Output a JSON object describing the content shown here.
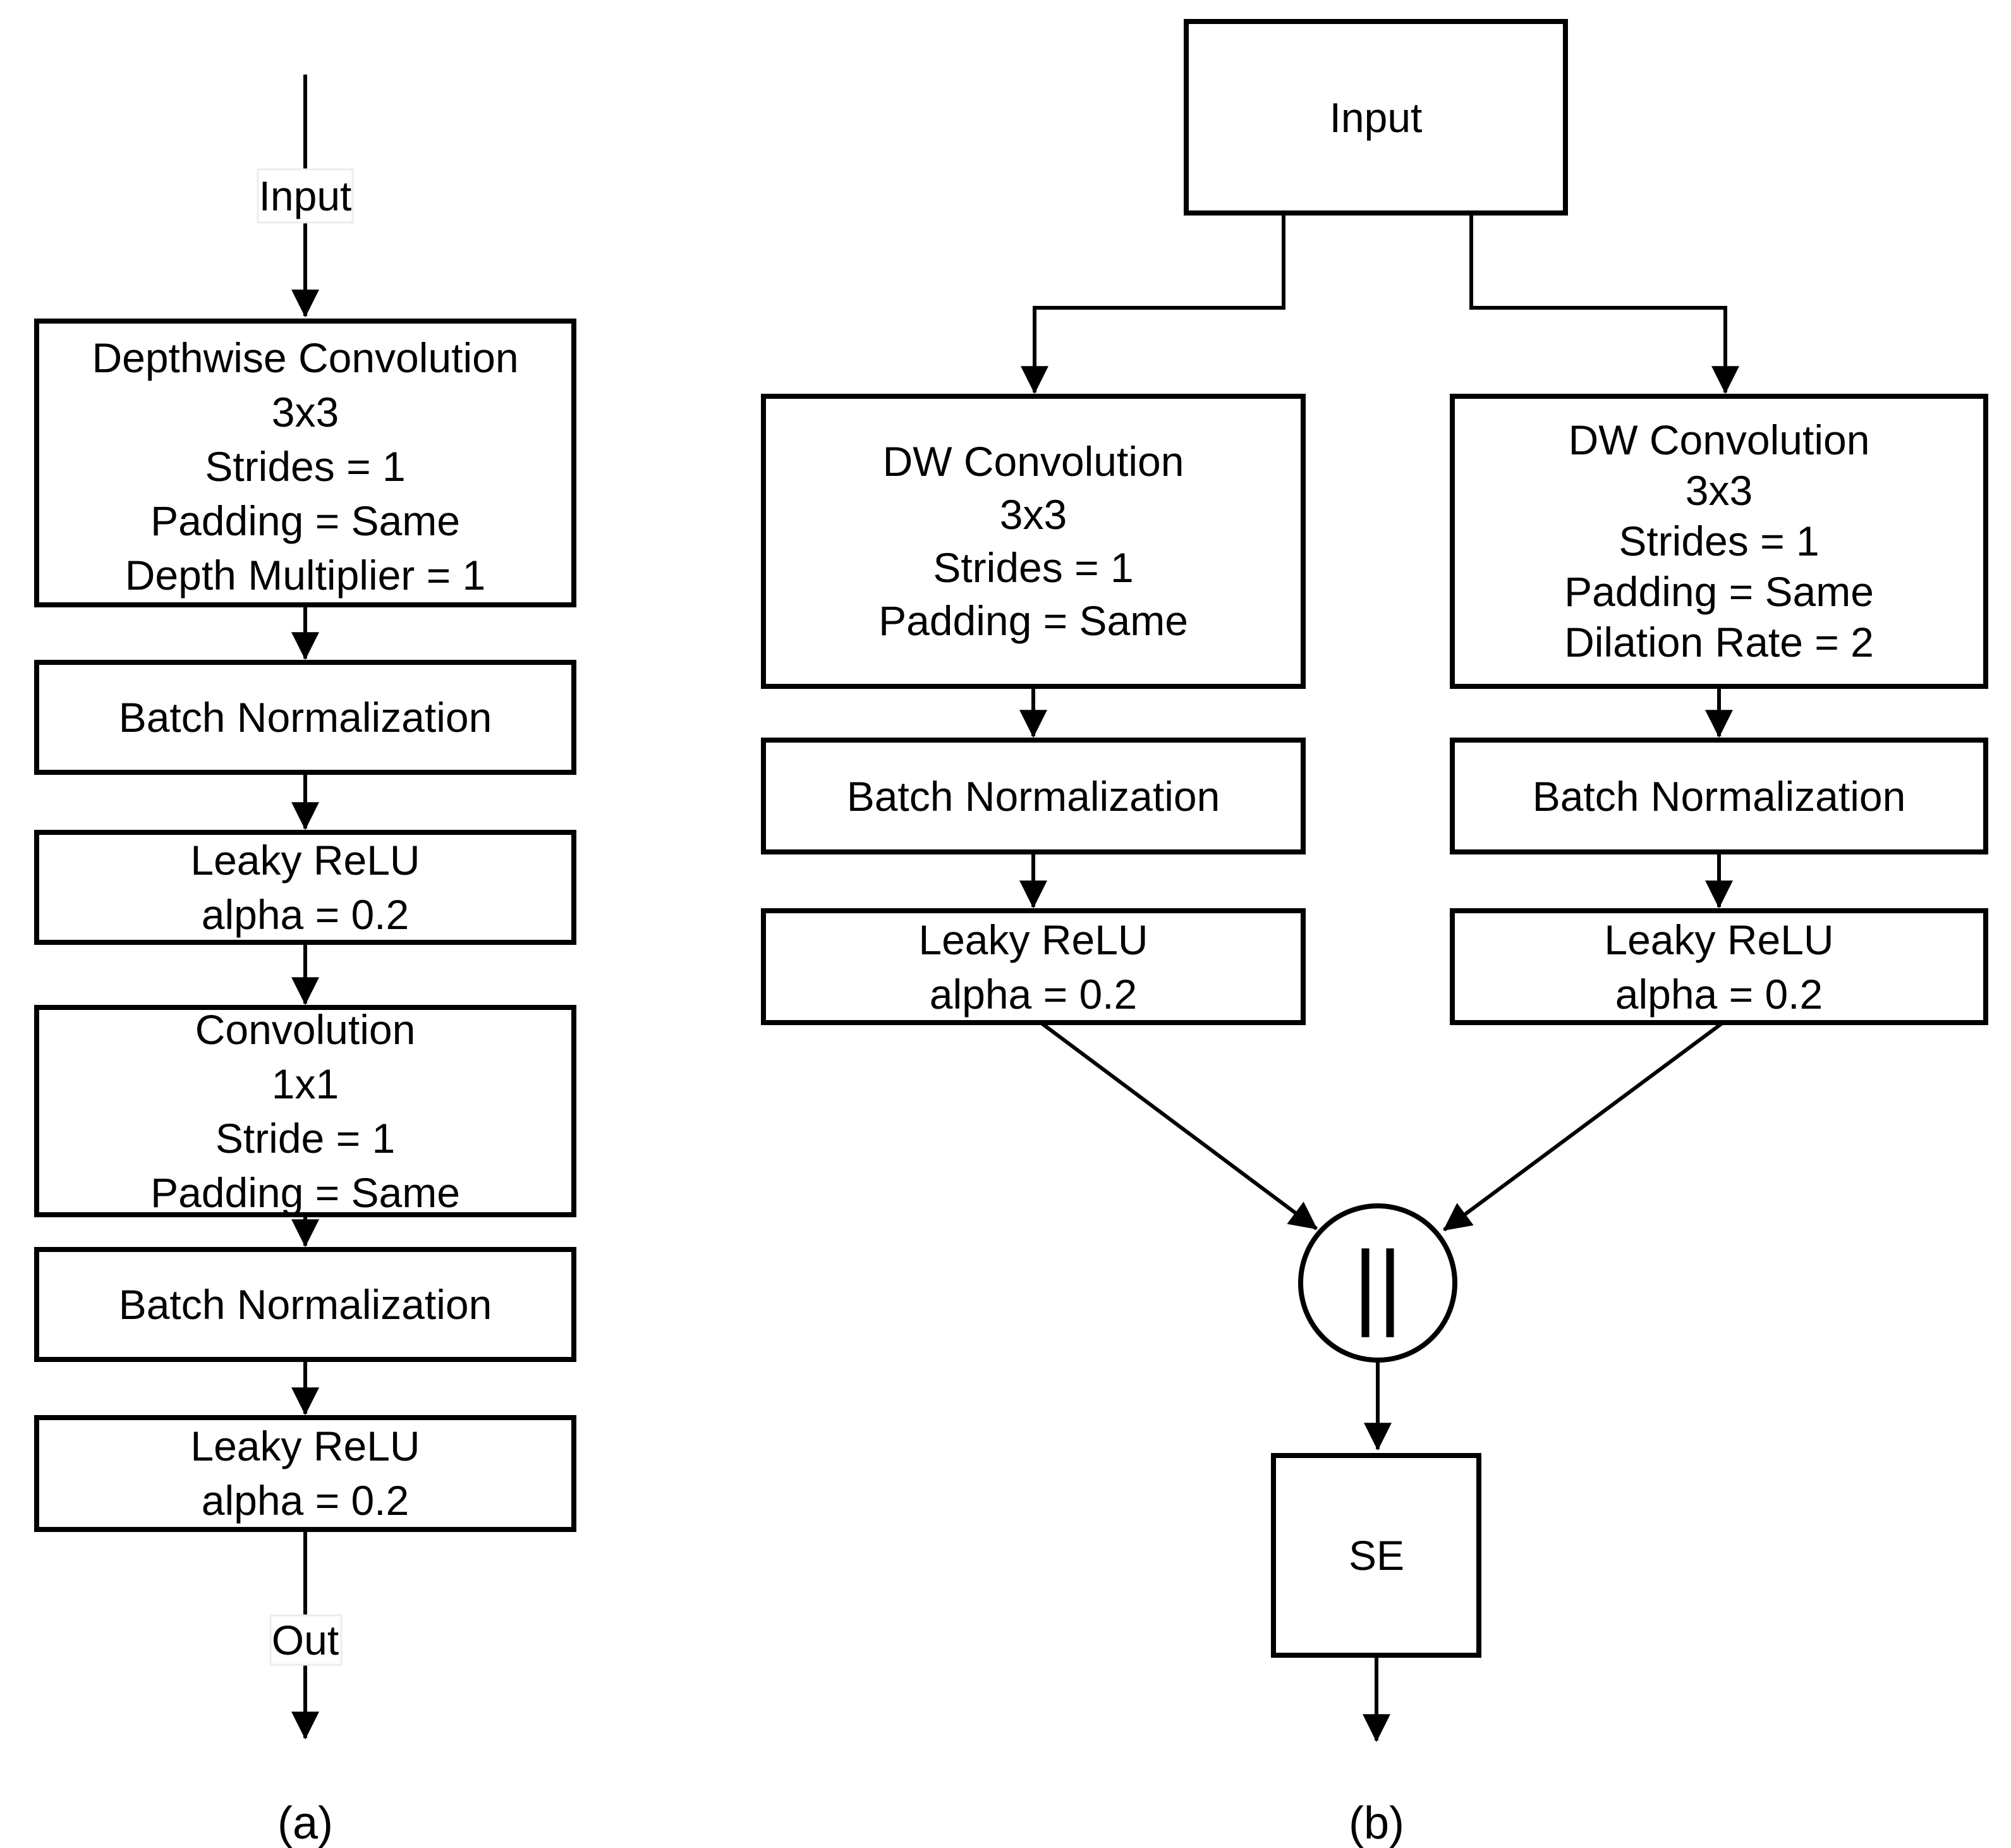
{
  "figure": {
    "background_color": "#ffffff",
    "stroke_color": "#000000",
    "captions": {
      "a": "(a)",
      "b": "(b)"
    }
  },
  "diagram_a": {
    "input_label": "Input",
    "out_label": "Out",
    "blocks": {
      "depthwise_conv": {
        "lines": [
          "Depthwise Convolution",
          "3x3",
          "Strides = 1",
          "Padding = Same",
          "Depth Multiplier = 1"
        ]
      },
      "batch_norm_1": {
        "label": "Batch Normalization"
      },
      "leaky_relu_1": {
        "lines": [
          "Leaky ReLU",
          "alpha = 0.2"
        ]
      },
      "conv_1x1": {
        "lines": [
          "Convolution",
          "1x1",
          "Stride = 1",
          "Padding = Same"
        ]
      },
      "batch_norm_2": {
        "label": "Batch Normalization"
      },
      "leaky_relu_2": {
        "lines": [
          "Leaky ReLU",
          "alpha = 0.2"
        ]
      }
    }
  },
  "diagram_b": {
    "input_label": "Input",
    "left_branch": {
      "dw_conv": {
        "lines": [
          "DW Convolution",
          "3x3",
          "Strides = 1",
          "Padding = Same"
        ]
      },
      "batch_norm": {
        "label": "Batch Normalization"
      },
      "leaky_relu": {
        "lines": [
          "Leaky ReLU",
          "alpha = 0.2"
        ]
      }
    },
    "right_branch": {
      "dw_conv": {
        "lines": [
          "DW Convolution",
          "3x3",
          "Strides = 1",
          "Padding = Same",
          "Dilation Rate = 2"
        ]
      },
      "batch_norm": {
        "label": "Batch Normalization"
      },
      "leaky_relu": {
        "lines": [
          "Leaky ReLU",
          "alpha = 0.2"
        ]
      }
    },
    "concat_symbol": "||",
    "se_label": "SE"
  }
}
